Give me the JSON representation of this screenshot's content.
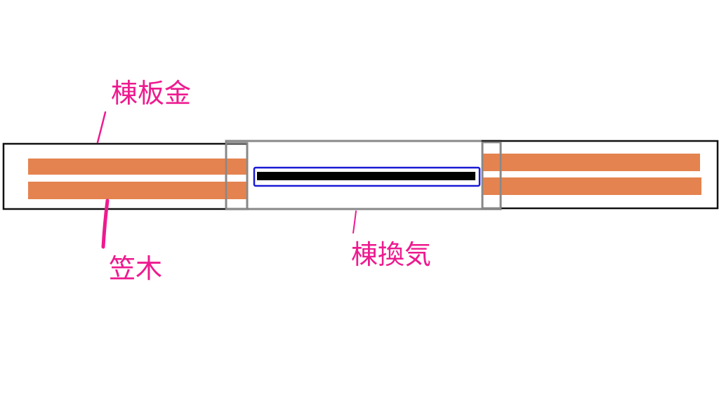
{
  "labels": {
    "ridge_sheet_metal": "棟板金",
    "batten": "笠木",
    "ridge_vent": "棟換気"
  },
  "colors": {
    "annotation": "#ee1a8f",
    "wood_strip": "#e4834f",
    "vent_frame": "#1a1ad6",
    "vent_slot": "#000000",
    "outline": "#111111",
    "connector": "#888888"
  }
}
